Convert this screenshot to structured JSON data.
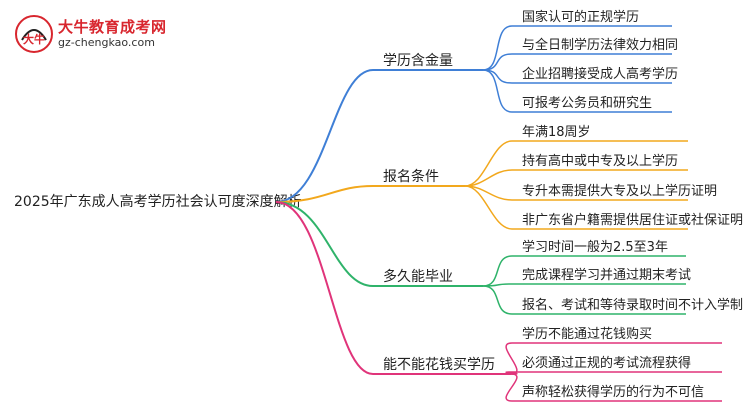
{
  "brand": {
    "name": "大牛教育成考网",
    "domain": "gz-chengkao.com",
    "mark_text": "大牛"
  },
  "mindmap": {
    "root": "2025年广东成人高考学历社会认可度深度解析",
    "branches": [
      {
        "label": "学历含金量",
        "color": "#3f7fd6",
        "children": [
          "国家认可的正规学历",
          "与全日制学历法律效力相同",
          "企业招聘接受成人高考学历",
          "可报考公务员和研究生"
        ]
      },
      {
        "label": "报名条件",
        "color": "#f2a81d",
        "children": [
          "年满18周岁",
          "持有高中或中专及以上学历",
          "专升本需提供大专及以上学历证明",
          "非广东省户籍需提供居住证或社保证明"
        ]
      },
      {
        "label": "多久能毕业",
        "color": "#2fb36a",
        "children": [
          "学习时间一般为2.5至3年",
          "完成课程学习并通过期末考试",
          "报名、考试和等待录取时间不计入学制"
        ]
      },
      {
        "label": "能不能花钱买学历",
        "color": "#e0347a",
        "children": [
          "学历不能通过花钱购买",
          "必须通过正规的考试流程获得",
          "声称轻松获得学历的行为不可信"
        ]
      }
    ]
  }
}
